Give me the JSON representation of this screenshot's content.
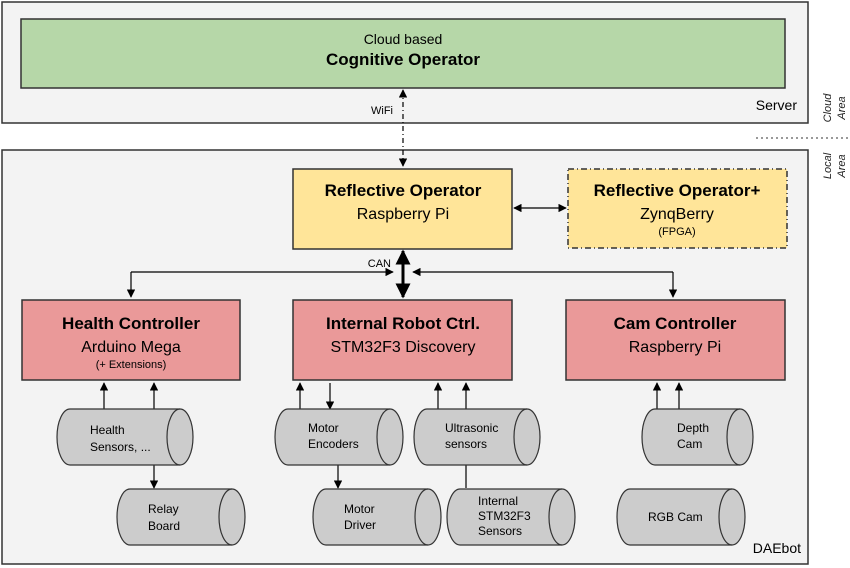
{
  "server_area": {
    "label": "Server",
    "cognitive": {
      "line1": "Cloud based",
      "title": "Cognitive Operator"
    }
  },
  "side_labels": {
    "cloud_area": {
      "line1": "Cloud",
      "line2": "Area"
    },
    "local_area": {
      "line1": "Local",
      "line2": "Area"
    }
  },
  "links": {
    "wifi": "WiFi",
    "can": "CAN"
  },
  "robot_area": {
    "label": "DAEbot"
  },
  "reflective": {
    "title": "Reflective Operator",
    "subtitle": "Raspberry Pi"
  },
  "reflective_plus": {
    "title": "Reflective Operator+",
    "subtitle": "ZynqBerry",
    "note": "(FPGA)"
  },
  "health": {
    "title": "Health Controller",
    "subtitle": "Arduino Mega",
    "note": "(+ Extensions)"
  },
  "internal": {
    "title": "Internal Robot Ctrl.",
    "subtitle": "STM32F3 Discovery"
  },
  "cam": {
    "title": "Cam Controller",
    "subtitle": "Raspberry Pi"
  },
  "devices": {
    "health_sensors": {
      "line1": "Health",
      "line2": "Sensors, ..."
    },
    "relay_board": {
      "line1": "Relay",
      "line2": "Board"
    },
    "motor_encoders": {
      "line1": "Motor",
      "line2": "Encoders"
    },
    "ultrasonic": {
      "line1": "Ultrasonic",
      "line2": "sensors"
    },
    "motor_driver": {
      "line1": "Motor",
      "line2": "Driver"
    },
    "internal_sensors": {
      "line1": "Internal",
      "line2": "STM32F3",
      "line3": "Sensors"
    },
    "depth_cam": {
      "line1": "Depth",
      "line2": "Cam"
    },
    "rgb_cam": {
      "line1": "RGB Cam"
    }
  },
  "colors": {
    "cognitive_fill": "#b6d7a8",
    "reflective_fill": "#ffe599",
    "controller_fill": "#ea9999",
    "device_fill": "#cccccc",
    "area_fill": "#f3f3f3"
  }
}
